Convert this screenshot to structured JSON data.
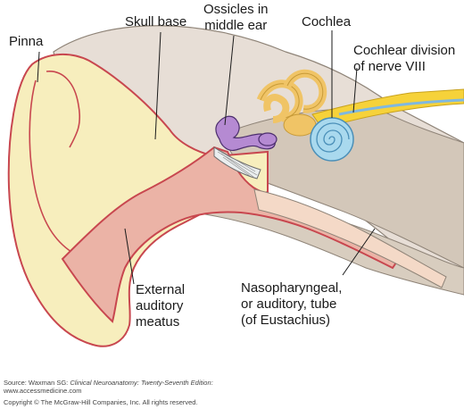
{
  "labels": {
    "pinna": "Pinna",
    "skull_base": "Skull base",
    "ossicles": [
      "Ossicles in",
      "middle ear"
    ],
    "cochlea": "Cochlea",
    "cochlear_division": [
      "Cochlear division",
      "of nerve VIII"
    ],
    "external_meatus": [
      "External",
      "auditory",
      "meatus"
    ],
    "nasopharyngeal": [
      "Nasopharyngeal,",
      "or auditory, tube",
      "(of Eustachius)"
    ]
  },
  "credits": {
    "source_prefix": "Source: Waxman SG: ",
    "source_title": "Clinical Neuroanatomy: Twenty-Seventh Edition:",
    "website": "www.accessmedicine.com",
    "copyright": "Copyright © The McGraw-Hill Companies, Inc. All rights reserved."
  },
  "colors": {
    "skin": "#f7eebd",
    "canal": "#ebb3a6",
    "skin_outline": "#c8474f",
    "bone": "#e7ded6",
    "deep_tissue": "#d3c7b9",
    "ossicles": "#b58ad2",
    "cochlea": "#a9d9ee",
    "canals": "#f0c466",
    "nerve": "#f6d23a",
    "eardrum": "#eaeeef"
  }
}
